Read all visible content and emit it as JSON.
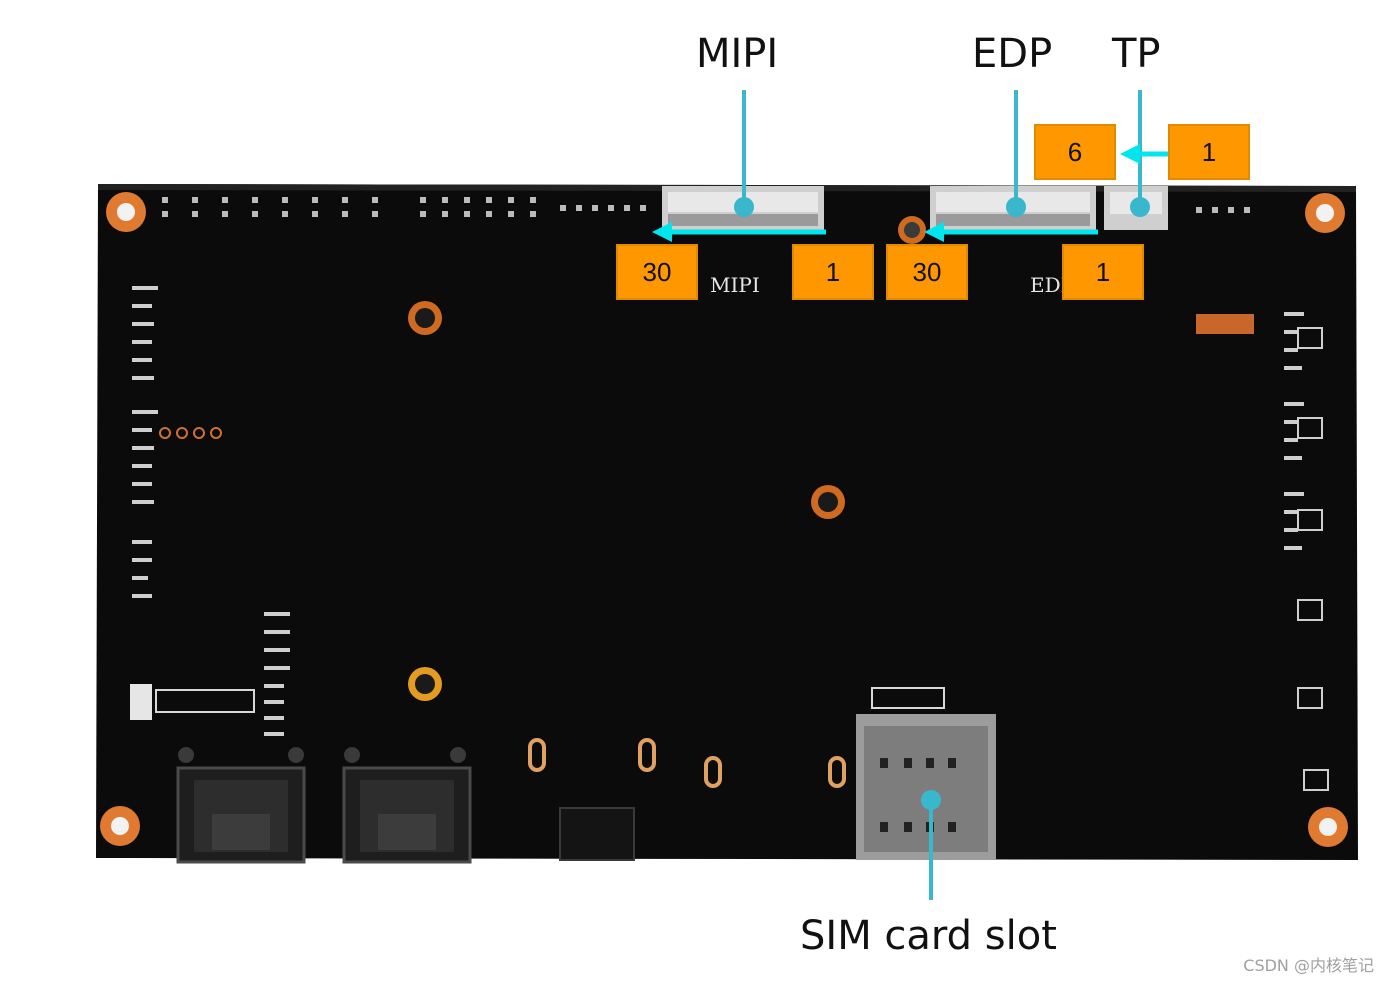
{
  "callouts": {
    "mipi": "MIPI",
    "edp": "EDP",
    "tp": "TP",
    "sim": "SIM card slot"
  },
  "pin_boxes": {
    "tp_pin6": "6",
    "tp_pin1": "1",
    "mipi_pin30": "30",
    "mipi_pin1": "1",
    "edp_pin30": "30",
    "edp_pin1": "1"
  },
  "board_silkscreen": {
    "mipi": "MIPI",
    "edp": "EDP"
  },
  "watermark": "CSDN @内核笔记",
  "colors": {
    "pointer_line": "#39b7cc",
    "arrow": "#00e5ee",
    "pin_box": "#ff9800",
    "board": "#0a0a0a",
    "mounting_hole": "#e07a30"
  }
}
